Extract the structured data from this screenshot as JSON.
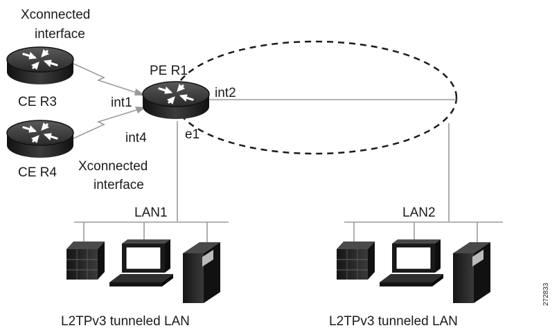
{
  "labels": {
    "xconnected_top_line1": "Xconnected",
    "xconnected_top_line2": "interface",
    "pe_r1": "PE R1",
    "ce_r3": "CE R3",
    "ce_r4": "CE R4",
    "int1": "int1",
    "int2": "int2",
    "int4": "int4",
    "e1": "e1",
    "xconnected_bottom_line1": "Xconnected",
    "xconnected_bottom_line2": "interface",
    "lan1": "LAN1",
    "lan2": "LAN2",
    "tunneled_lan_left": "L2TPv3 tunneled LAN",
    "tunneled_lan_right": "L2TPv3 tunneled LAN",
    "figure_id": "272833"
  },
  "icons": [
    "router-icon",
    "server-icon",
    "workstation-icon",
    "tower-server-icon"
  ],
  "colors": {
    "line": "#808080",
    "device_dark": "#1e1e1e",
    "device_mid": "#3a3a3a"
  }
}
